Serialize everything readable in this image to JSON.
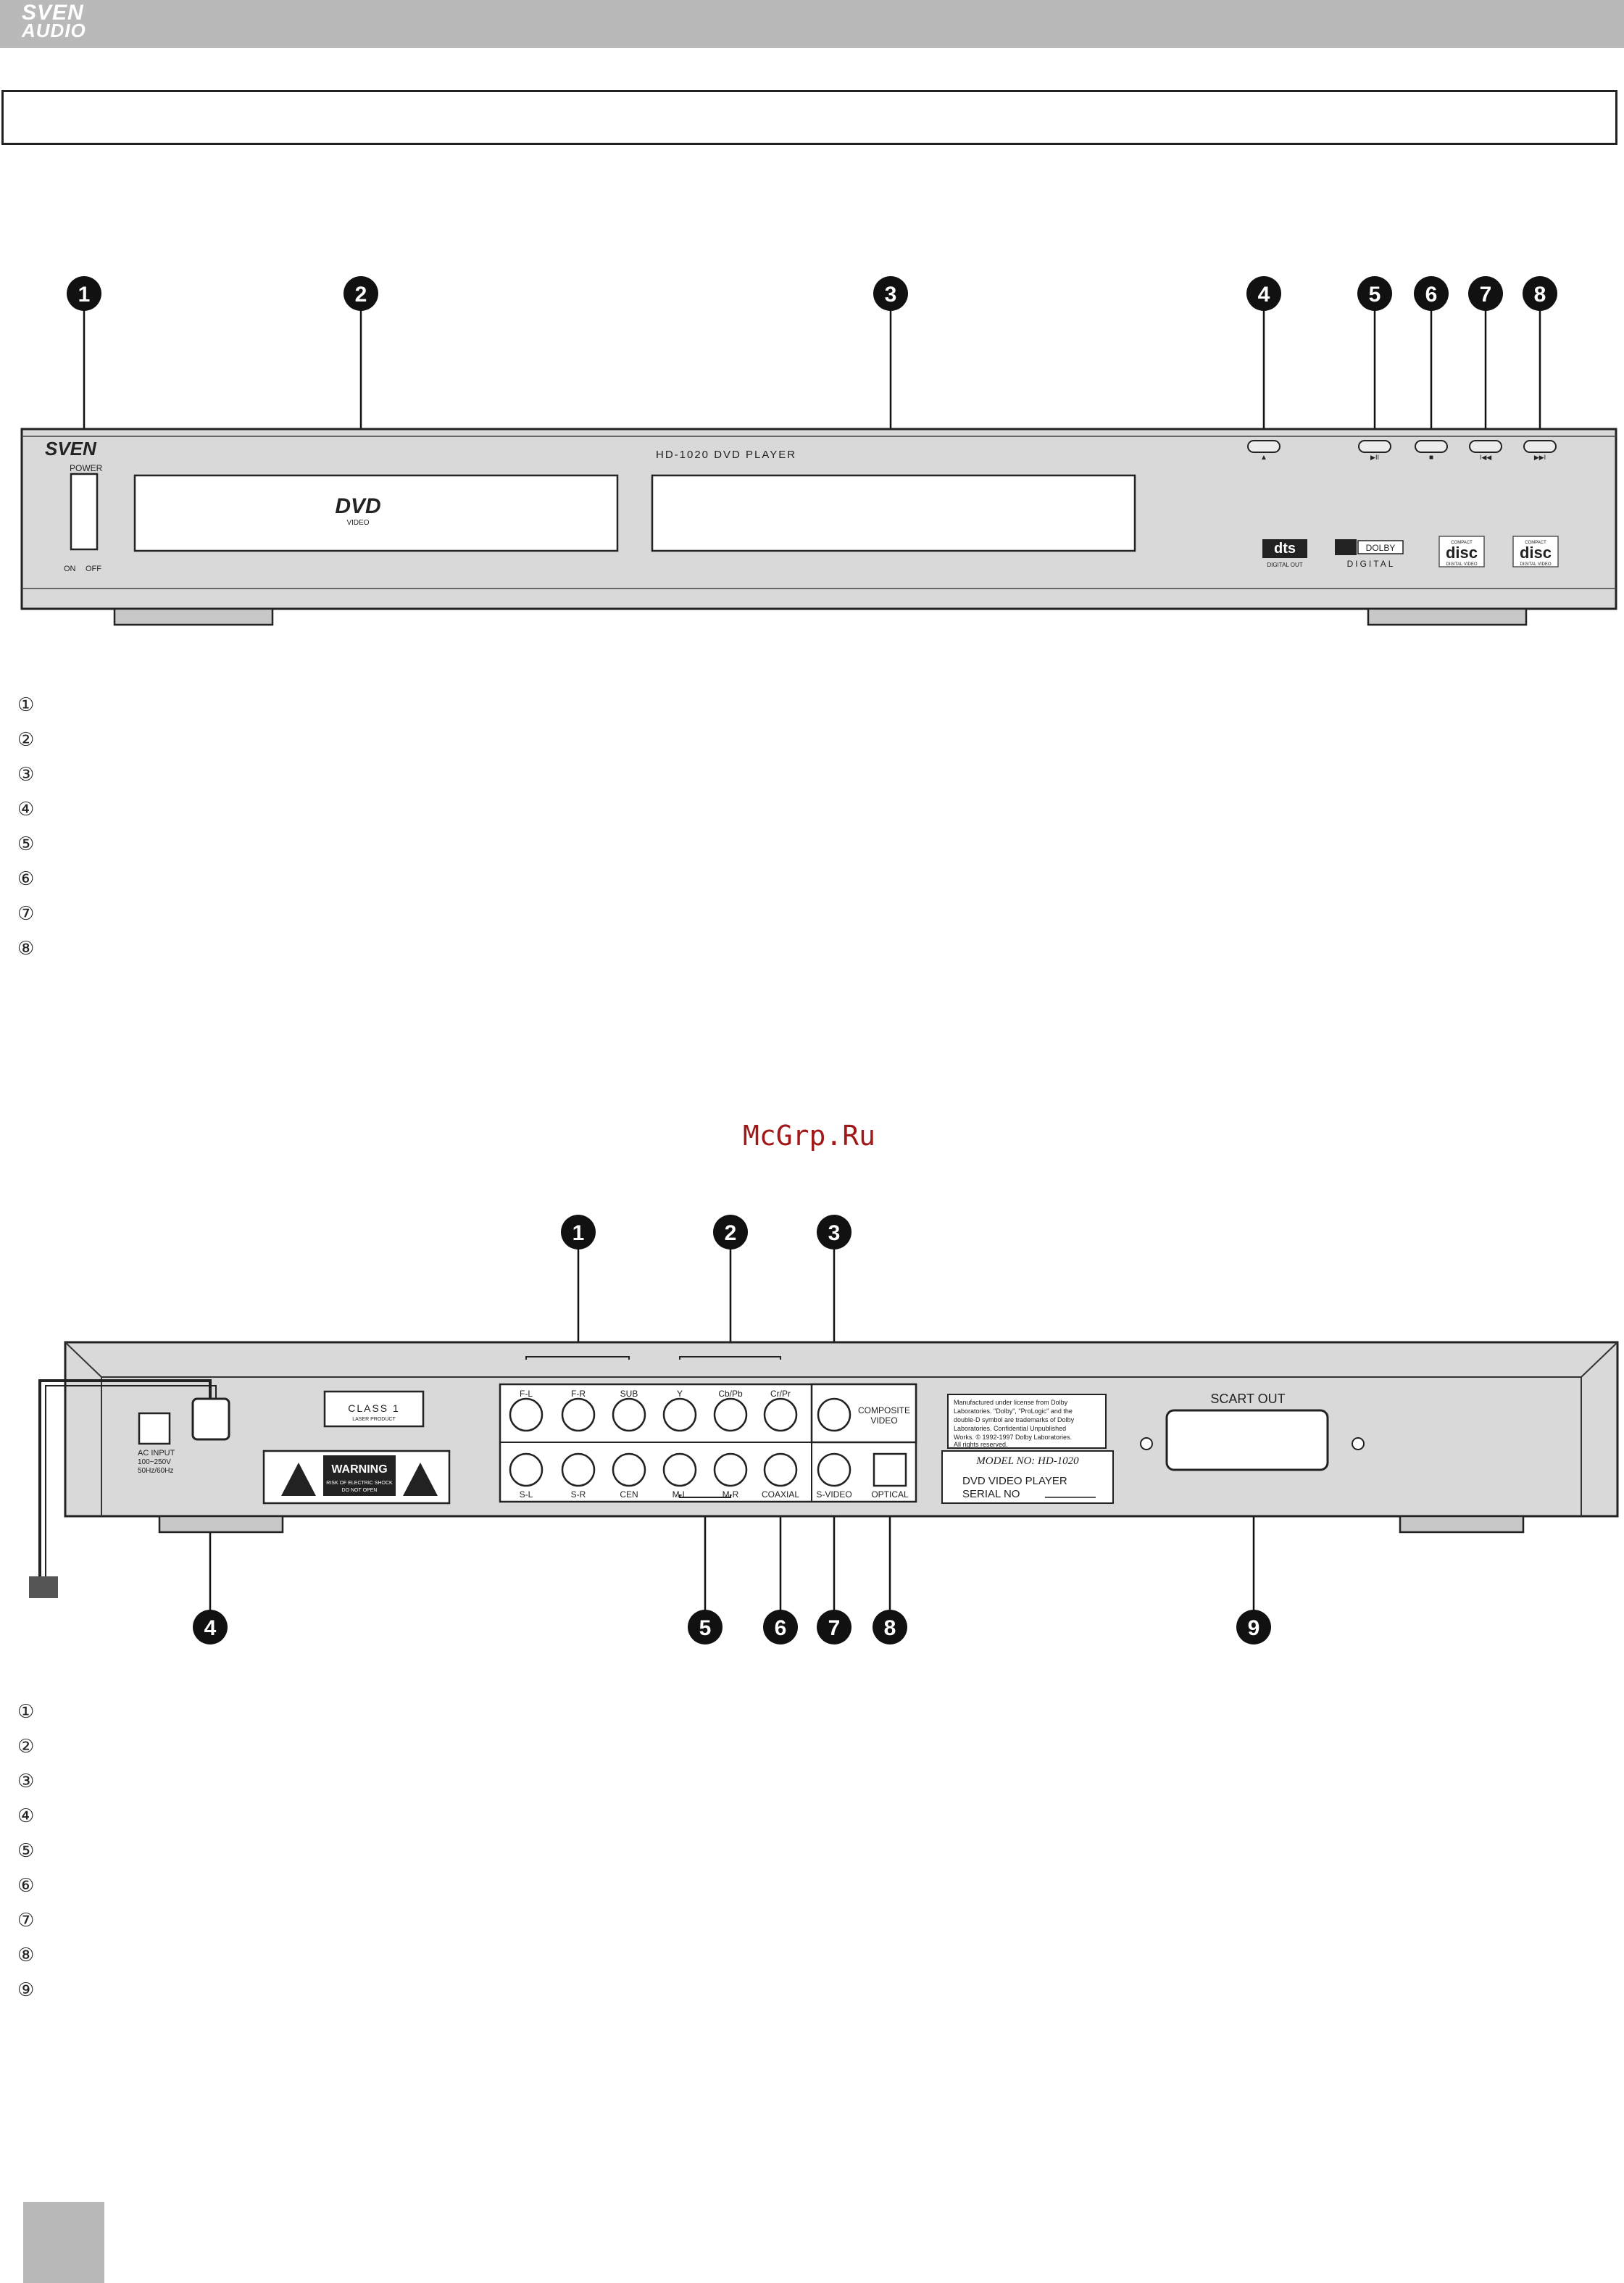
{
  "header": {
    "brand_line1": "SVEN",
    "brand_line2": "AUDIO"
  },
  "watermark": "McGrp.Ru",
  "front_panel": {
    "callouts": [
      "1",
      "2",
      "3",
      "4",
      "5",
      "6",
      "7",
      "8"
    ],
    "brand": "SVEN",
    "model": "HD-1020 DVD PLAYER",
    "power_label": "POWER",
    "on_label": "ON",
    "off_label": "OFF",
    "dvd_logo": "DVD",
    "dvd_logo_sub": "VIDEO",
    "dts_logo": "dts",
    "dts_sub": "DIGITAL OUT",
    "dolby_word": "DOLBY",
    "dolby_sub": "DIGITAL",
    "disc_logo": "disc",
    "disc_top": "COMPACT",
    "disc_bottom": "DIGITAL VIDEO",
    "button_glyphs": [
      "▲",
      "▶II",
      "■",
      "I◀◀",
      "▶▶I"
    ],
    "legend": [
      "①",
      "②",
      "③",
      "④",
      "⑤",
      "⑥",
      "⑦",
      "⑧"
    ]
  },
  "rear_panel": {
    "callouts_top": [
      "1",
      "2",
      "3"
    ],
    "callouts_bottom": [
      "4",
      "5",
      "6",
      "7",
      "8",
      "9"
    ],
    "ac_input": [
      "AC INPUT",
      "100~250V",
      "50Hz/60Hz"
    ],
    "class_label": "CLASS 1",
    "class_sub": "LASER PRODUCT",
    "warning_title": "WARNING",
    "warning_sub1": "RISK OF ELECTRIC SHOCK",
    "warning_sub2": "DO NOT OPEN",
    "jacks_top": [
      "F-L",
      "F-R",
      "SUB",
      "Y",
      "Cb/Pb",
      "Cr/Pr"
    ],
    "jacks_bottom": [
      "S-L",
      "S-R",
      "CEN",
      "M-L",
      "M-R",
      "COAXIAL",
      "S-VIDEO",
      "OPTICAL"
    ],
    "composite_label": [
      "COMPOSITE",
      "VIDEO"
    ],
    "dolby_notice": [
      "Manufactured under license from Dolby",
      "Laboratories. \"Dolby\", \"ProLogic\" and the",
      "double-D symbol are trademarks of Dolby",
      "Laboratories. Confidential Unpublished",
      "Works. © 1992-1997 Dolby Laboratories.",
      "All rights reserved."
    ],
    "model_no": "MODEL NO: HD-1020",
    "product": "DVD VIDEO PLAYER",
    "serial": "SERIAL NO",
    "scart": "SCART OUT",
    "legend": [
      "①",
      "②",
      "③",
      "④",
      "⑤",
      "⑥",
      "⑦",
      "⑧",
      "⑨"
    ]
  }
}
